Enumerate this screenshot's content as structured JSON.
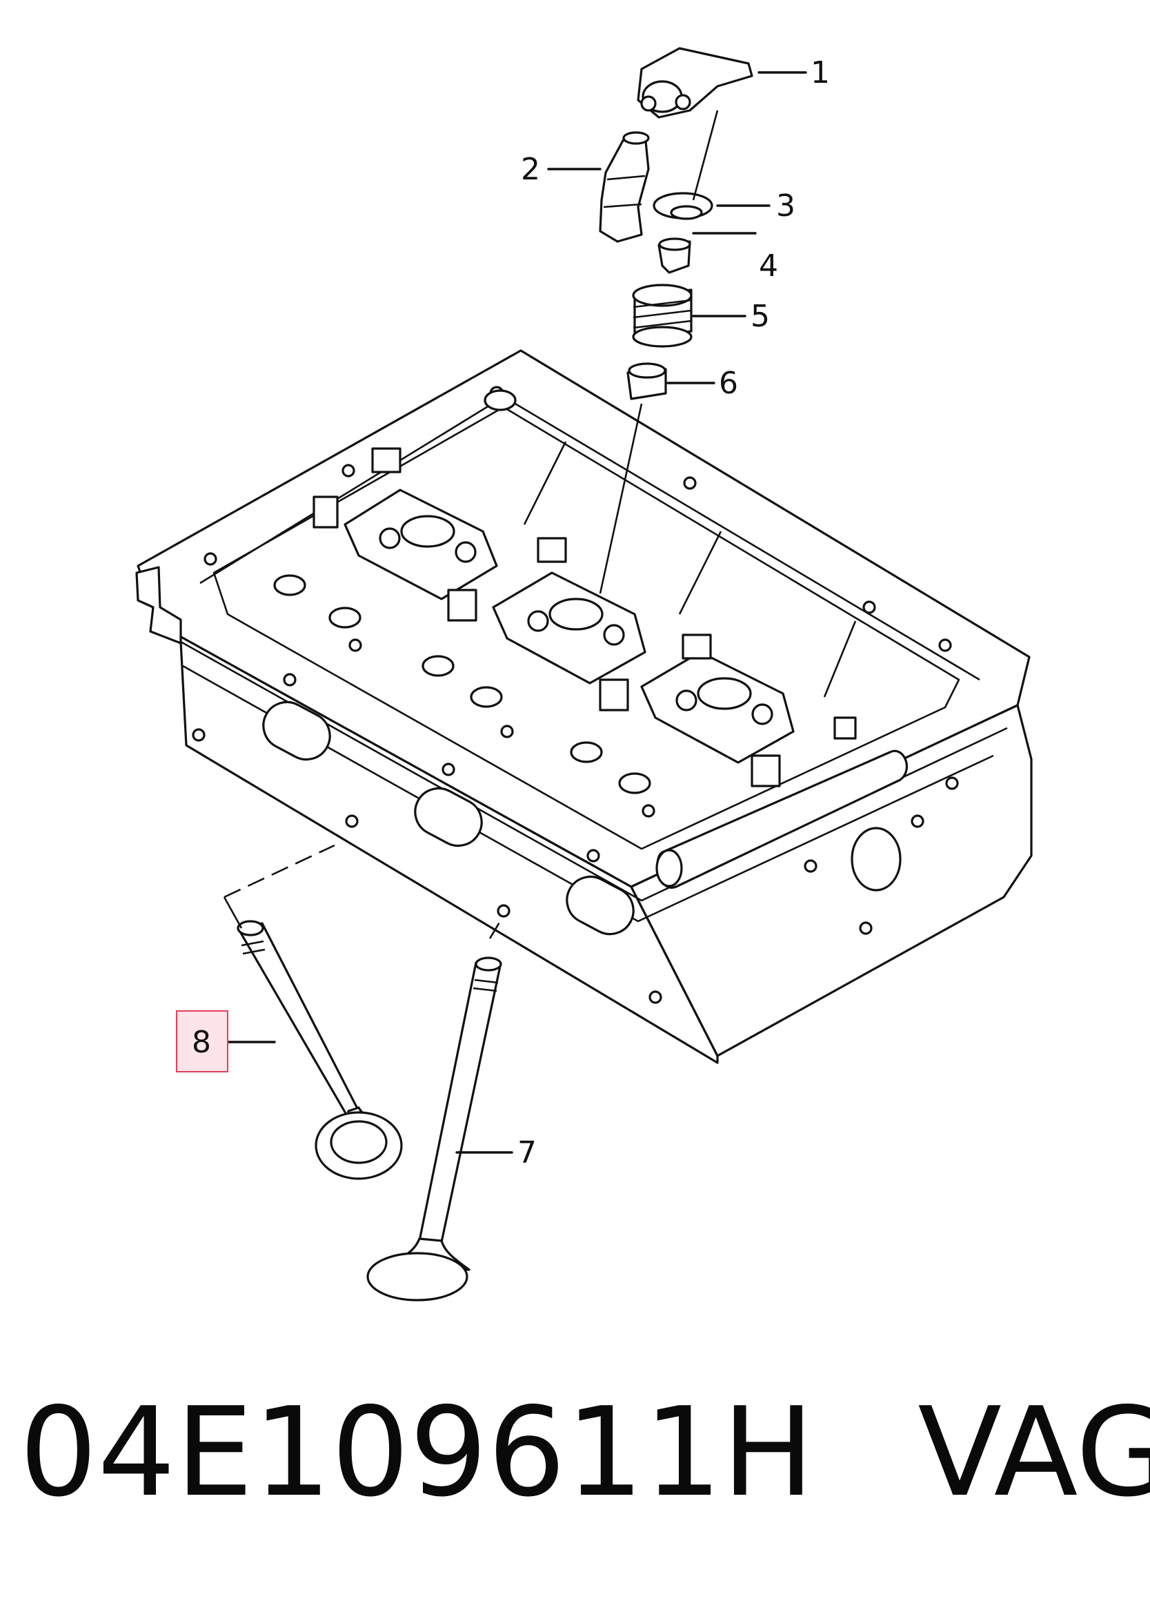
{
  "diagram": {
    "callouts": [
      {
        "id": "1",
        "label": "1"
      },
      {
        "id": "2",
        "label": "2"
      },
      {
        "id": "3",
        "label": "3"
      },
      {
        "id": "4",
        "label": "4"
      },
      {
        "id": "5",
        "label": "5"
      },
      {
        "id": "6",
        "label": "6"
      },
      {
        "id": "7",
        "label": "7"
      },
      {
        "id": "8",
        "label": "8",
        "highlighted": true
      }
    ],
    "highlight_color": "#e0405a",
    "highlight_fill": "#fde4e8"
  },
  "footer": {
    "part_number": "04E109611H",
    "brand": "VAG"
  }
}
